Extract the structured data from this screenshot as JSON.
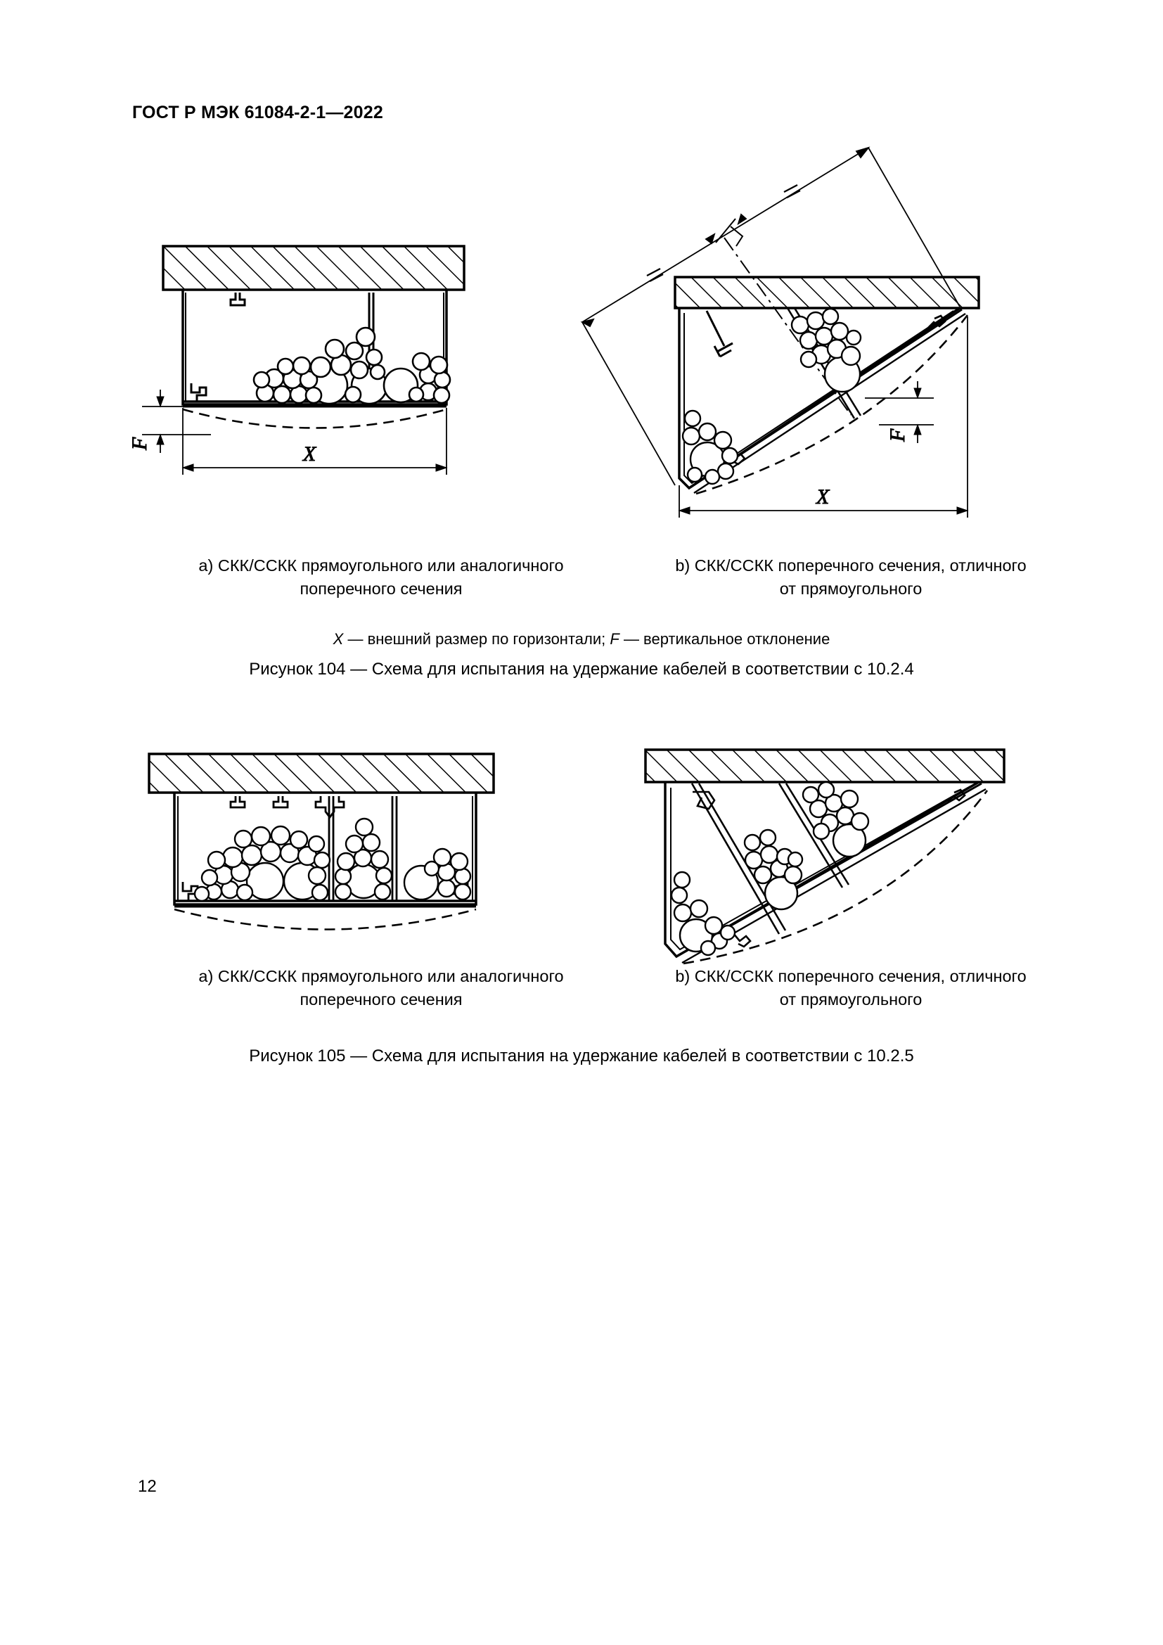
{
  "document": {
    "header": "ГОСТ Р МЭК 61084-2-1—2022",
    "page_number": "12"
  },
  "figures": [
    {
      "id": "figure-104",
      "number": "104",
      "title": "Рисунок 104 — Схема для испытания на удержание кабелей в соответствии с 10.2.4",
      "legend": {
        "x_symbol": "X",
        "x_text": " — внешний размер по горизонтали; ",
        "f_symbol": "F",
        "f_text": " — вертикальное отклонение"
      },
      "subfigures": [
        {
          "marker": "a)",
          "line1": "СКК/ССКК прямоугольного или аналогичного",
          "line2": "поперечного сечения",
          "dimension_labels": [
            "X",
            "F"
          ],
          "compartments": 2,
          "orientation": "horizontal"
        },
        {
          "marker": "b)",
          "line1": "СКК/ССКК поперечного сечения, отличного",
          "line2": "от прямоугольного",
          "dimension_labels": [
            "X",
            "F",
            "=",
            "="
          ],
          "compartments": 2,
          "orientation": "angled"
        }
      ]
    },
    {
      "id": "figure-105",
      "number": "105",
      "title": "Рисунок 105 — Схема для испытания на удержание кабелей в соответствии с 10.2.5",
      "legend": null,
      "subfigures": [
        {
          "marker": "a)",
          "line1": "СКК/ССКК прямоугольного или аналогичного",
          "line2": "поперечного сечения",
          "dimension_labels": [],
          "compartments": 3,
          "orientation": "horizontal"
        },
        {
          "marker": "b)",
          "line1": "СКК/ССКК поперечного сечения, отличного",
          "line2": "от прямоугольного",
          "dimension_labels": [],
          "compartments": 3,
          "orientation": "angled"
        }
      ]
    }
  ],
  "colors": {
    "ink": "#000000",
    "paper": "#ffffff"
  }
}
